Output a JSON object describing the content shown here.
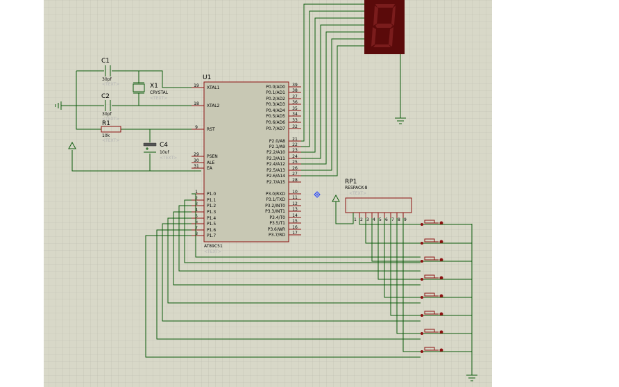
{
  "u1": {
    "ref": "U1",
    "part": "AT89C51",
    "text": "<TEXT>",
    "left_pins": [
      {
        "num": "19",
        "name": "XTAL1"
      },
      {
        "num": "18",
        "name": "XTAL2"
      },
      {
        "num": "9",
        "name": "RST"
      },
      {
        "num": "29",
        "name": "PSEN"
      },
      {
        "num": "30",
        "name": "ALE"
      },
      {
        "num": "31",
        "name": "EA"
      },
      {
        "num": "1",
        "name": "P1.0"
      },
      {
        "num": "2",
        "name": "P1.1"
      },
      {
        "num": "3",
        "name": "P1.2"
      },
      {
        "num": "4",
        "name": "P1.3"
      },
      {
        "num": "5",
        "name": "P1.4"
      },
      {
        "num": "6",
        "name": "P1.5"
      },
      {
        "num": "7",
        "name": "P1.6"
      },
      {
        "num": "8",
        "name": "P1.7"
      }
    ],
    "right_pins": [
      {
        "num": "39",
        "name": "P0.0/AD0"
      },
      {
        "num": "38",
        "name": "P0.1/AD1"
      },
      {
        "num": "37",
        "name": "P0.2/AD2"
      },
      {
        "num": "36",
        "name": "P0.3/AD3"
      },
      {
        "num": "35",
        "name": "P0.4/AD4"
      },
      {
        "num": "34",
        "name": "P0.5/AD5"
      },
      {
        "num": "33",
        "name": "P0.6/AD6"
      },
      {
        "num": "32",
        "name": "P0.7/AD7"
      },
      {
        "num": "21",
        "name": "P2.0/A8"
      },
      {
        "num": "22",
        "name": "P2.1/A9"
      },
      {
        "num": "23",
        "name": "P2.2/A10"
      },
      {
        "num": "24",
        "name": "P2.3/A11"
      },
      {
        "num": "25",
        "name": "P2.4/A12"
      },
      {
        "num": "26",
        "name": "P2.5/A13"
      },
      {
        "num": "27",
        "name": "P2.6/A14"
      },
      {
        "num": "28",
        "name": "P2.7/A15"
      },
      {
        "num": "10",
        "name": "P3.0/RXD"
      },
      {
        "num": "11",
        "name": "P3.1/TXD"
      },
      {
        "num": "12",
        "name": "P3.2/INT0"
      },
      {
        "num": "13",
        "name": "P3.3/INT1"
      },
      {
        "num": "14",
        "name": "P3.4/T0"
      },
      {
        "num": "15",
        "name": "P3.5/T1"
      },
      {
        "num": "16",
        "name": "P3.6/WR"
      },
      {
        "num": "17",
        "name": "P3.7/RD"
      }
    ]
  },
  "c1": {
    "ref": "C1",
    "value": "30pf",
    "text": "<TEXT>"
  },
  "c2": {
    "ref": "C2",
    "value": "30pf",
    "text": "<TEXT>"
  },
  "x1": {
    "ref": "X1",
    "value": "CRYSTAL",
    "text": "<TEXT>"
  },
  "r1": {
    "ref": "R1",
    "value": "10k",
    "text": "<TEXT>"
  },
  "c4": {
    "ref": "C4",
    "value": "10uf",
    "text": "<TEXT>"
  },
  "rp1": {
    "ref": "RP1",
    "value": "RESPACK-8",
    "text": "<TEXT>",
    "pins": [
      "1",
      "2",
      "3",
      "4",
      "5",
      "6",
      "7",
      "8",
      "9"
    ]
  },
  "display": {
    "digit": "8",
    "color": "#5a0a0a"
  },
  "switch_count": 8,
  "colors": {
    "grid_bg": "#d8d8c8",
    "wire": "#0a5a0a",
    "component": "#8c1010",
    "chip_fill": "#c8c8b4"
  }
}
